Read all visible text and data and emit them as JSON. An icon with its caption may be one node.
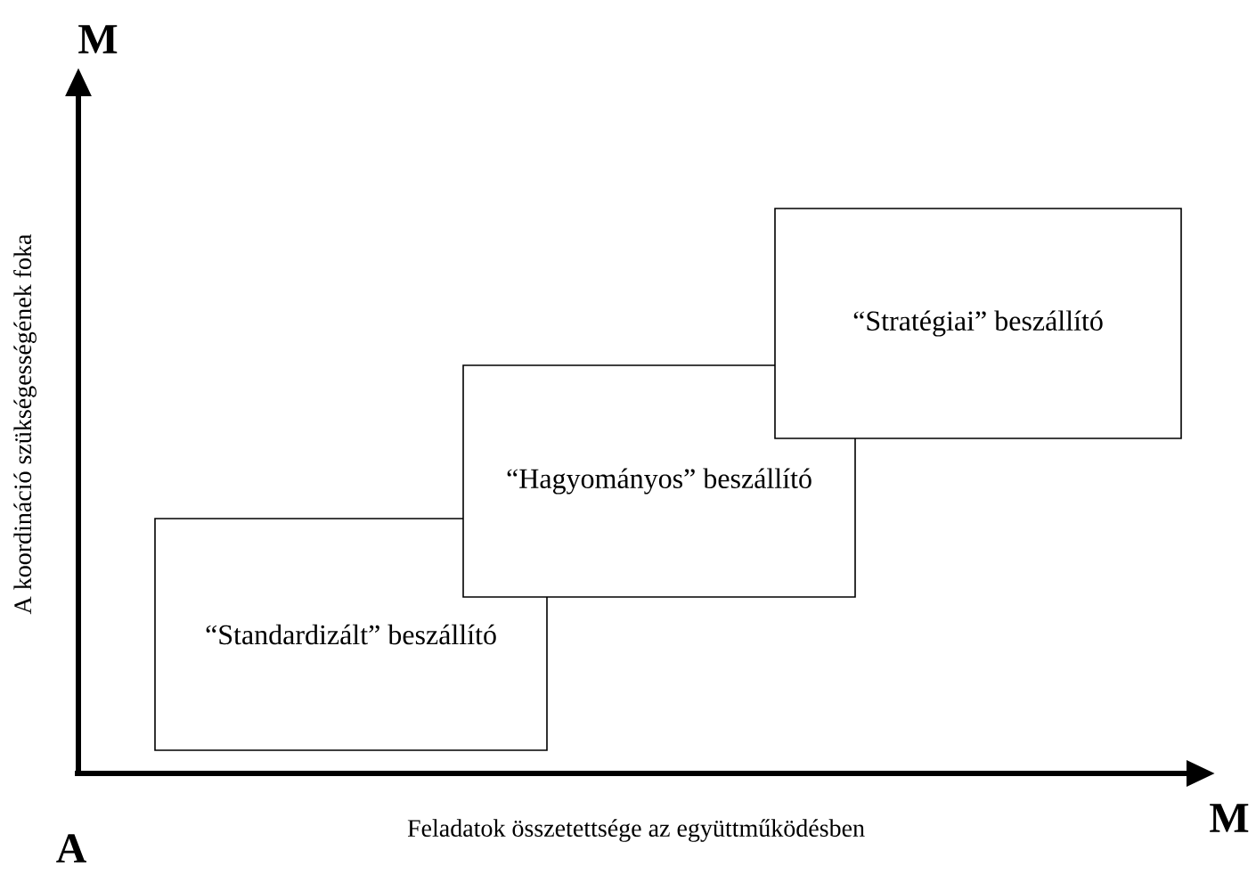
{
  "diagram": {
    "nodes": [
      {
        "text": [
          "“Standardizált” beszállító"
        ]
      },
      {
        "text": [
          "“Hagyományos” beszállító"
        ]
      },
      {
        "text": [
          "“Stratégiai” beszállító"
        ]
      }
    ],
    "labels": [
      "M",
      "A koordináció szükségességének foka",
      "M",
      "Feladatok összetettsége az együttműködésben",
      "A"
    ]
  }
}
